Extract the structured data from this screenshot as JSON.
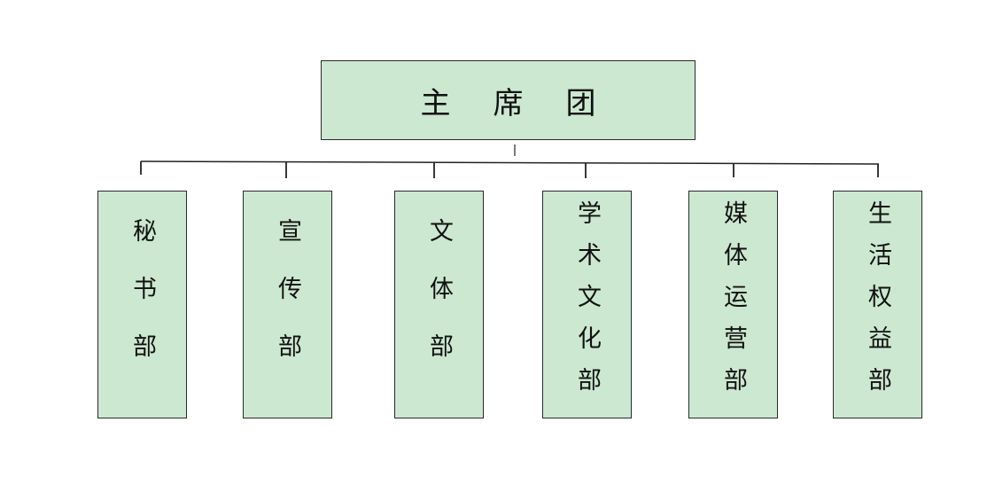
{
  "org_chart": {
    "root": {
      "label": "主席团"
    },
    "departments": [
      {
        "label": "秘书部"
      },
      {
        "label": "宣传部"
      },
      {
        "label": "文体部"
      },
      {
        "label": "学术文化部"
      },
      {
        "label": "媒体运营部"
      },
      {
        "label": "生活权益部"
      }
    ]
  },
  "colors": {
    "box_fill": "#cce8d0",
    "box_border": "#2a2a2a",
    "connector_line": "#222222",
    "text": "#111111"
  }
}
